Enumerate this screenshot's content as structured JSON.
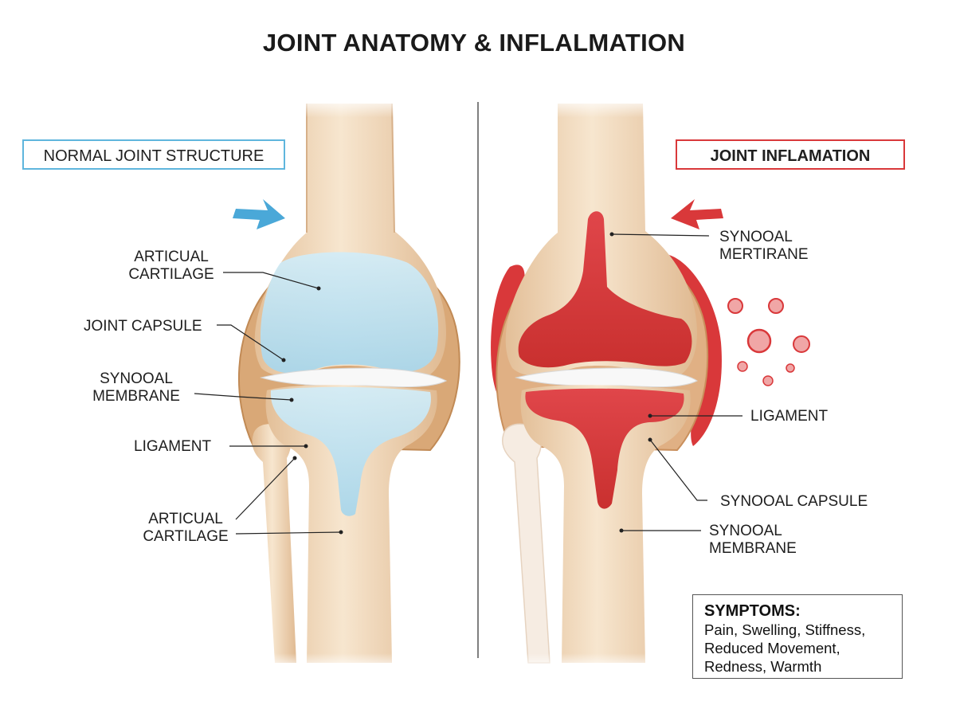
{
  "title": "JOINT ANATOMY & INFLALMATION",
  "panels": {
    "normal": {
      "heading": "NORMAL JOINT STRUCTURE",
      "accent": "#5fb6dd"
    },
    "inflamed": {
      "heading": "JOINT INFLAMATION",
      "accent": "#d9383a"
    }
  },
  "labels": {
    "left": {
      "articular_top": "ARTICUAL\nCARTILAGE",
      "joint_capsule": "JOINT CAPSULE",
      "synovial_membrane": "SYNOOAL\nMEMBRANE",
      "ligament": "LIGAMENT",
      "articular_bottom": "ARTICUAL\nCARTILAGE"
    },
    "right": {
      "synovial_top": "SYNOOAL\nMERTIRANE",
      "ligament": "LIGAMENT",
      "synovial_capsule": "SYNOOAL CAPSULE",
      "synovial_membrane": "SYNOOAL\nMEMBRANE"
    }
  },
  "symptoms": {
    "heading": "SYMPTOMS:",
    "body": "Pain, Swelling, Stiffness,\nReduced Movement,\nRedness, Warmth"
  },
  "colors": {
    "bone": "#f2dcc0",
    "bone_shade": "#e2c09c",
    "cartilage_normal": "#bfe0ef",
    "inflamed_red": "#d9383a",
    "arrow_blue": "#4aa8d8",
    "arrow_red": "#d9383a"
  }
}
